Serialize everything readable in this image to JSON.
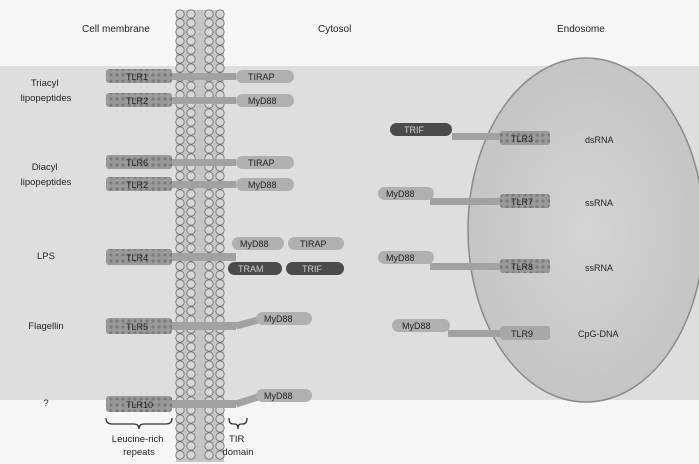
{
  "headers": {
    "cell_membrane": "Cell membrane",
    "cytosol": "Cytosol",
    "endosome": "Endosome"
  },
  "ligands": {
    "triacyl": [
      "Triacyl",
      "lipopeptides"
    ],
    "diacyl": [
      "Diacyl",
      "lipopeptides"
    ],
    "lps": "LPS",
    "flagellin": "Flagellin",
    "unknown": "?"
  },
  "receptors": {
    "tlr1": "TLR1",
    "tlr2a": "TLR2",
    "tlr6": "TLR6",
    "tlr2b": "TLR2",
    "tlr4": "TLR4",
    "tlr5": "TLR5",
    "tlr10": "TLR10",
    "tlr3": "TLR3",
    "tlr7": "TLR7",
    "tlr8": "TLR8",
    "tlr9": "TLR9"
  },
  "adaptors": {
    "tirap1": "TIRAP",
    "myd88_1": "MyD88",
    "tirap2": "TIRAP",
    "myd88_2": "MyD88",
    "myd88_3": "MyD88",
    "tirap3": "TIRAP",
    "tram": "TRAM",
    "trif1": "TRIF",
    "myd88_4": "MyD88",
    "myd88_5": "MyD88",
    "trif2": "TRIF",
    "myd88_6": "MyD88",
    "myd88_7": "MyD88",
    "myd88_8": "MyD88"
  },
  "endosome_ligands": {
    "dsrna": "dsRNA",
    "ssrna1": "ssRNA",
    "ssrna2": "ssRNA",
    "cpg": "CpG-DNA"
  },
  "bottom": {
    "lrr": [
      "Leucine-rich",
      "repeats"
    ],
    "tir": [
      "TIR",
      "domain"
    ]
  },
  "colors": {
    "cytosol_band": "#dcdcdc",
    "endosome_fill": "#c9c9c9",
    "endosome_stroke": "#8c8c8c",
    "membrane_bead": "#d4d4d4",
    "receptor_fill": "#9a9a9a",
    "adaptor_light": "#b0b0b0",
    "adaptor_dark": "#4a4a4a"
  }
}
